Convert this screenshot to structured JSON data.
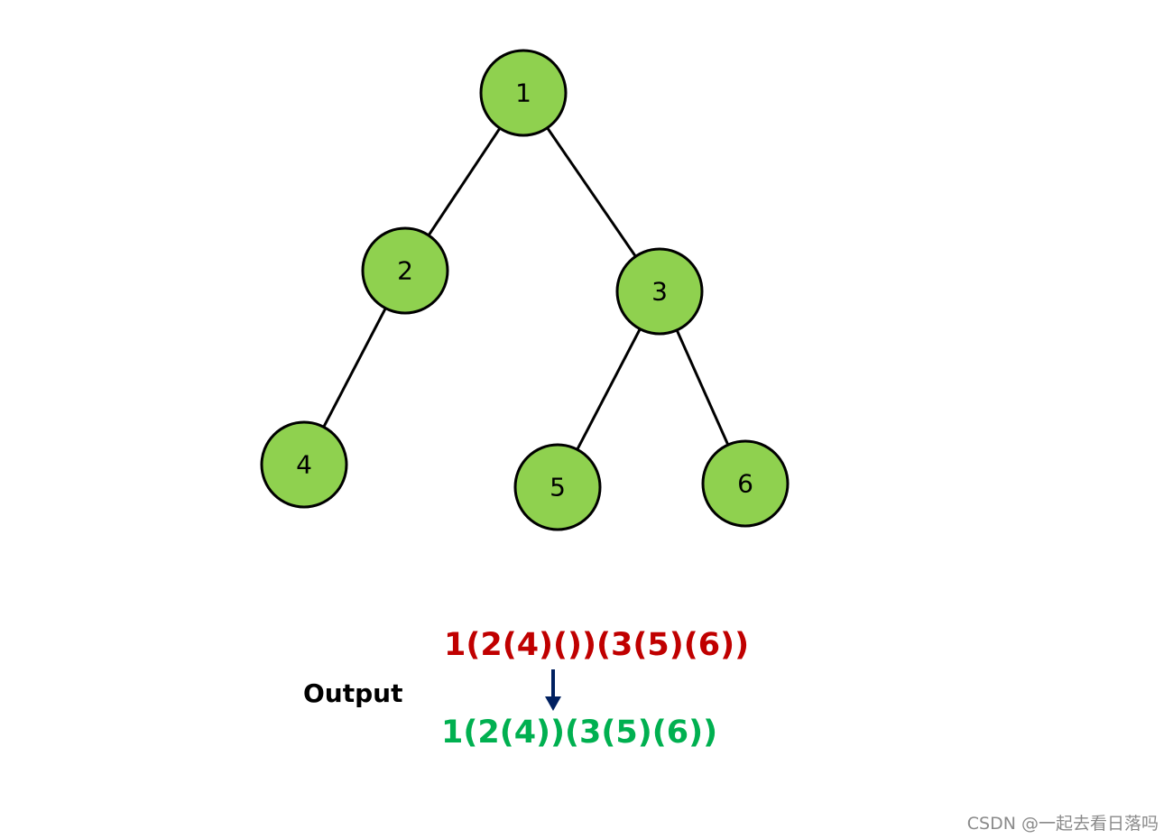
{
  "tree": {
    "nodes": [
      {
        "id": "1",
        "label": "1"
      },
      {
        "id": "2",
        "label": "2"
      },
      {
        "id": "3",
        "label": "3"
      },
      {
        "id": "4",
        "label": "4"
      },
      {
        "id": "5",
        "label": "5"
      },
      {
        "id": "6",
        "label": "6"
      }
    ],
    "edges": [
      {
        "from": "1",
        "to": "2"
      },
      {
        "from": "1",
        "to": "3"
      },
      {
        "from": "2",
        "to": "4"
      },
      {
        "from": "3",
        "to": "5"
      },
      {
        "from": "3",
        "to": "6"
      }
    ],
    "node_fill": "#8fd14f",
    "node_stroke": "#000000"
  },
  "output": {
    "label": "Output",
    "input_expression": "1(2(4)())(3(5)(6))",
    "result_expression": "1(2(4))(3(5)(6))",
    "input_color": "#c00000",
    "result_color": "#00b050",
    "arrow_color": "#002060"
  },
  "watermark": "CSDN @一起去看日落吗"
}
